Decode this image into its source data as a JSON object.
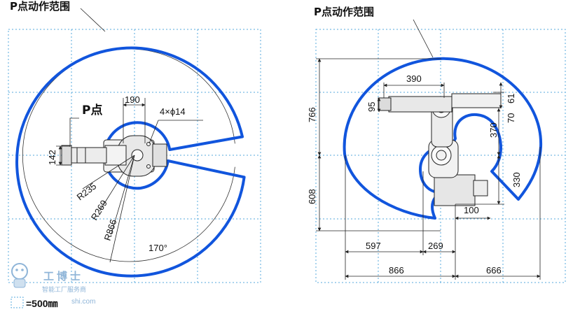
{
  "left_view": {
    "title": "P点动作范围",
    "point_label": "P点",
    "dims": {
      "width_190": "190",
      "holes": "4×ϕ14",
      "height_142": "142",
      "r235": "R235",
      "r269": "R269",
      "r866": "R866",
      "angle": "170°"
    }
  },
  "right_view": {
    "title": "P点动作范围",
    "dims": {
      "reach_390": "390",
      "v95": "95",
      "v766": "766",
      "v61": "61",
      "v70": "70",
      "v370": "370",
      "v330": "330",
      "v608": "608",
      "h100": "100",
      "h597": "597",
      "h269": "269",
      "h866": "866",
      "h666": "666"
    }
  },
  "scale": {
    "label": "=500㎜"
  },
  "watermark": {
    "brand": "工博士",
    "tagline": "智能工厂服务商",
    "url_fragment": "shi.com"
  },
  "colors": {
    "envelope": "#1155dd",
    "grid": "#55aadd",
    "line": "#222222"
  }
}
